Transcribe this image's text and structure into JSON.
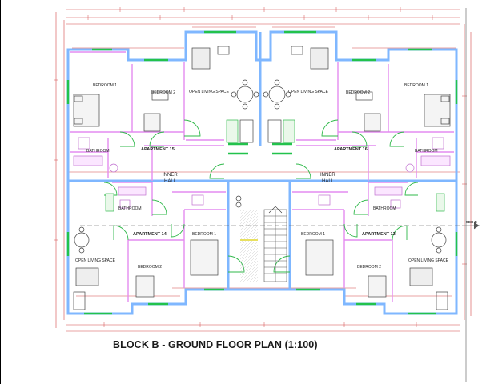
{
  "drawing": {
    "title": "BLOCK B - GROUND FLOOR PLAN (1:100)",
    "section_marker": "SEC B",
    "colors": {
      "wall_outer": "#7fb7ff",
      "wall_inner": "#e48cf0",
      "dimension": "#d44848",
      "window": "#22c24c",
      "door": "#2fb84a",
      "furniture": "#444444",
      "fixtures": "#e0a0e8"
    }
  },
  "rooms": {
    "apt15": {
      "name": "APARTMENT 15",
      "bedroom1": "BEDROOM 1",
      "bedroom2": "BEDROOM 2",
      "living": "OPEN LIVING SPACE",
      "bathroom": "BATHROOM"
    },
    "apt16": {
      "name": "APARTMENT 16",
      "bedroom1": "BEDROOM 1",
      "bedroom2": "BEDROOM 2",
      "living": "OPEN LIVING SPACE",
      "bathroom": "BATHROOM"
    },
    "apt14": {
      "name": "APARTMENT 14",
      "bedroom1": "BEDROOM 1",
      "bedroom2": "BEDROOM 2",
      "living": "OPEN LIVING SPACE",
      "bathroom": "BATHROOM"
    },
    "apt13": {
      "name": "APARTMENT 13",
      "bedroom1": "BEDROOM 1",
      "bedroom2": "BEDROOM 2",
      "living": "OPEN LIVING SPACE",
      "bathroom": "BATHROOM"
    },
    "hall_left_1": "INNER",
    "hall_left_2": "HALL",
    "hall_right_1": "INNER",
    "hall_right_2": "HALL"
  }
}
